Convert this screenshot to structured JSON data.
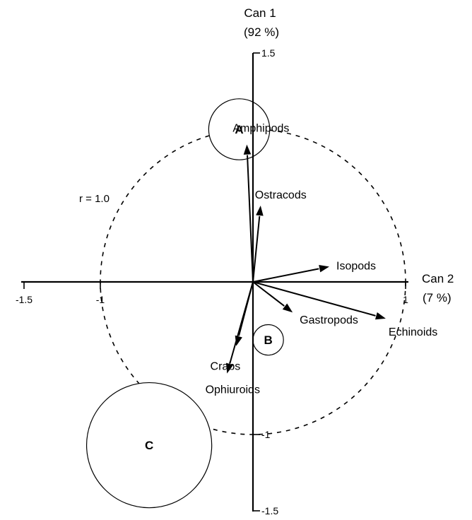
{
  "chart_data": {
    "type": "biplot",
    "axes": {
      "y": {
        "label": "Can 1",
        "variance": "(92 %)",
        "ticks": [
          {
            "value": 1.5,
            "label": "1.5"
          },
          {
            "value": -1,
            "label": "-1"
          },
          {
            "value": -1.5,
            "label": "-1.5"
          }
        ],
        "range": [
          -1.5,
          1.5
        ]
      },
      "x": {
        "label": "Can 2",
        "variance": "(7 %)",
        "ticks": [
          {
            "value": -1.5,
            "label": "-1.5"
          },
          {
            "value": -1,
            "label": "-1"
          },
          {
            "value": 1,
            "label": "1"
          }
        ],
        "range": [
          -1.5,
          1.0
        ]
      }
    },
    "unit_circle": {
      "label": "r = 1.0",
      "radius": 1.0
    },
    "vectors": [
      {
        "name": "Amphipods",
        "x": -0.04,
        "y": 0.9
      },
      {
        "name": "Ostracods",
        "x": 0.05,
        "y": 0.5
      },
      {
        "name": "Isopods",
        "x": 0.5,
        "y": 0.1
      },
      {
        "name": "Echinoids",
        "x": 0.87,
        "y": -0.24
      },
      {
        "name": "Gastropods",
        "x": 0.26,
        "y": -0.2
      },
      {
        "name": "Crabs",
        "x": -0.11,
        "y": -0.42
      },
      {
        "name": "Ophiuroids",
        "x": -0.17,
        "y": -0.6
      }
    ],
    "groups": [
      {
        "name": "A",
        "x": -0.09,
        "y": 1.0,
        "radius": 0.2
      },
      {
        "name": "B",
        "x": 0.1,
        "y": -0.38,
        "radius": 0.1
      },
      {
        "name": "C",
        "x": -0.68,
        "y": -1.07,
        "radius": 0.41
      }
    ]
  }
}
